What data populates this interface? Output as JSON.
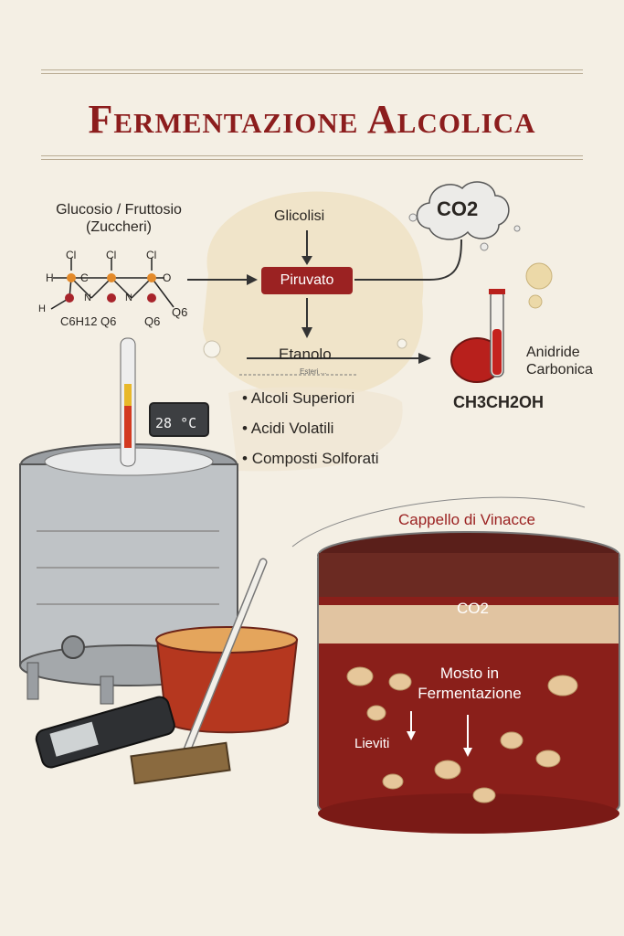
{
  "title": "Fermentazione Alcolica",
  "sugar": {
    "line1": "Glucosio / Fruttosio",
    "line2": "(Zuccheri)"
  },
  "molecule": {
    "labels": [
      "Cl",
      "Cl",
      "Cl",
      "H",
      "C",
      "N",
      "N",
      "O",
      "H"
    ],
    "bottom": [
      "C6H12",
      "Q6",
      "Q6",
      "Q6"
    ]
  },
  "process": {
    "glicolisi": "Glicolisi",
    "piruvato": "Piruvato",
    "etanolo": "Etanolo",
    "esteri": "Esteri ...",
    "byproducts": [
      "Alcoli Superiori",
      "Acidi Volatili",
      "Composti Solforati"
    ]
  },
  "gas": {
    "co2": "CO2",
    "name_line1": "Anidride",
    "name_line2": "Carbonica"
  },
  "ethanol_formula": "CH3CH2OH",
  "tank": {
    "temperature": "28 °C"
  },
  "vat": {
    "cap_label": "Cappello di Vinacce",
    "co2": "CO2",
    "must_line1": "Mosto in",
    "must_line2": "Fermentazione",
    "yeast": "Lieviti"
  },
  "colors": {
    "title": "#8c1d1d",
    "accent": "#9b2222",
    "wine": "#8a1f1a",
    "steel": "#b8bcc0",
    "paper": "#f4efe4"
  }
}
